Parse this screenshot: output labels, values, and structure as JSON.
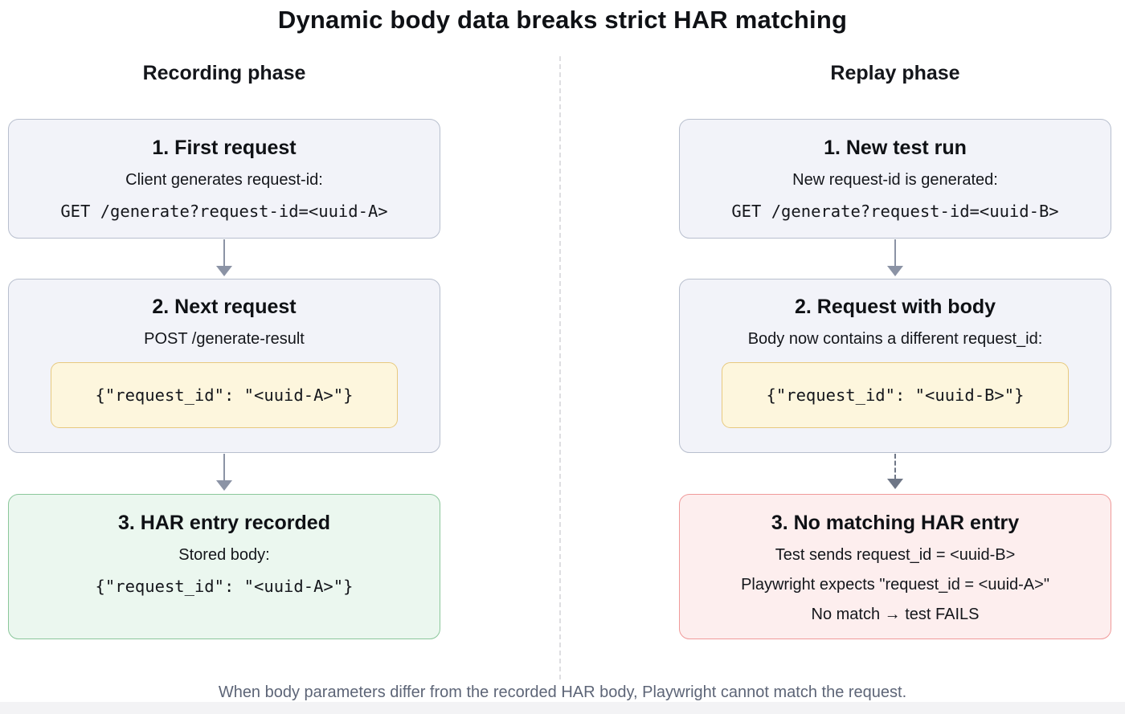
{
  "title": "Dynamic body data breaks strict HAR matching",
  "caption": "When body parameters differ from the recorded HAR body, Playwright cannot match the request.",
  "recording": {
    "header": "Recording phase",
    "step1": {
      "heading": "1. First request",
      "line": "Client generates request-id:",
      "code": "GET /generate?request-id=<uuid-A>"
    },
    "step2": {
      "heading": "2. Next request",
      "line": "POST /generate-result",
      "code": "{\"request_id\": \"<uuid-A>\"}"
    },
    "step3": {
      "heading": "3. HAR entry recorded",
      "line": "Stored body:",
      "code": "{\"request_id\": \"<uuid-A>\"}"
    }
  },
  "replay": {
    "header": "Replay phase",
    "step1": {
      "heading": "1. New test run",
      "line": "New request-id is generated:",
      "code": "GET /generate?request-id=<uuid-B>"
    },
    "step2": {
      "heading": "2. Request with body",
      "line": "Body now contains a different request_id:",
      "code": "{\"request_id\": \"<uuid-B>\"}"
    },
    "step3": {
      "heading": "3. No matching HAR entry",
      "line1": "Test sends request_id = <uuid-B>",
      "line2": "Playwright expects \"request_id = <uuid-A>\"",
      "line3": "No match → test FAILS"
    }
  },
  "colors": {
    "neutral_box_bg": "#f2f3f9",
    "neutral_box_border": "#b8bfce",
    "code_pill_bg": "#fdf6dd",
    "code_pill_border": "#e7c97f",
    "success_box_bg": "#ebf7ef",
    "success_box_border": "#8bc79b",
    "error_box_bg": "#fdeeee",
    "error_box_border": "#f09a9a",
    "arrow": "#8b93a5",
    "dashed_arrow": "#6e7686",
    "divider": "#dedee1",
    "caption_text": "#5d6577"
  }
}
